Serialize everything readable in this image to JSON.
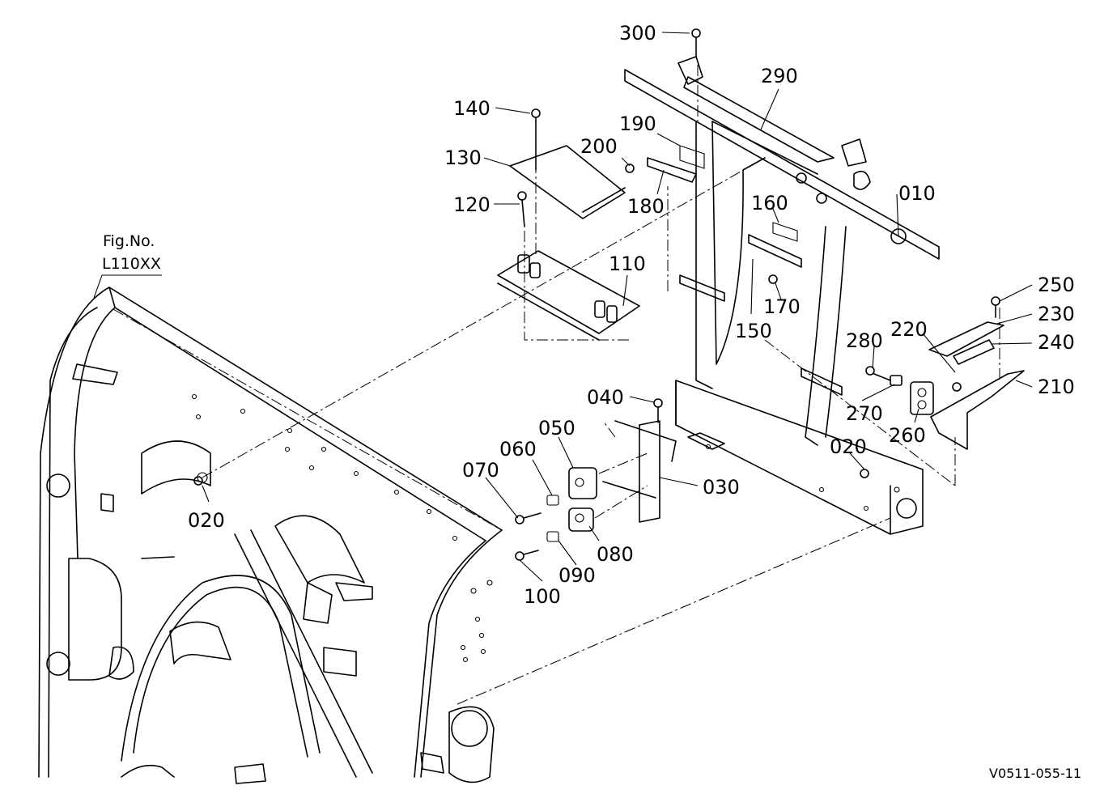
{
  "figure": {
    "fig_no_label": "Fig.No.",
    "fig_no_value": "L110XX",
    "drawing_code": "V0511-055-11"
  },
  "parts": [
    "300",
    "290",
    "140",
    "190",
    "200",
    "130",
    "180",
    "010",
    "120",
    "160",
    "110",
    "170",
    "150",
    "250",
    "230",
    "220",
    "240",
    "280",
    "210",
    "040",
    "270",
    "050",
    "260",
    "020",
    "060",
    "070",
    "030",
    "080",
    "090",
    "100"
  ],
  "colors": {
    "ink": "#000000",
    "paper": "#ffffff"
  }
}
